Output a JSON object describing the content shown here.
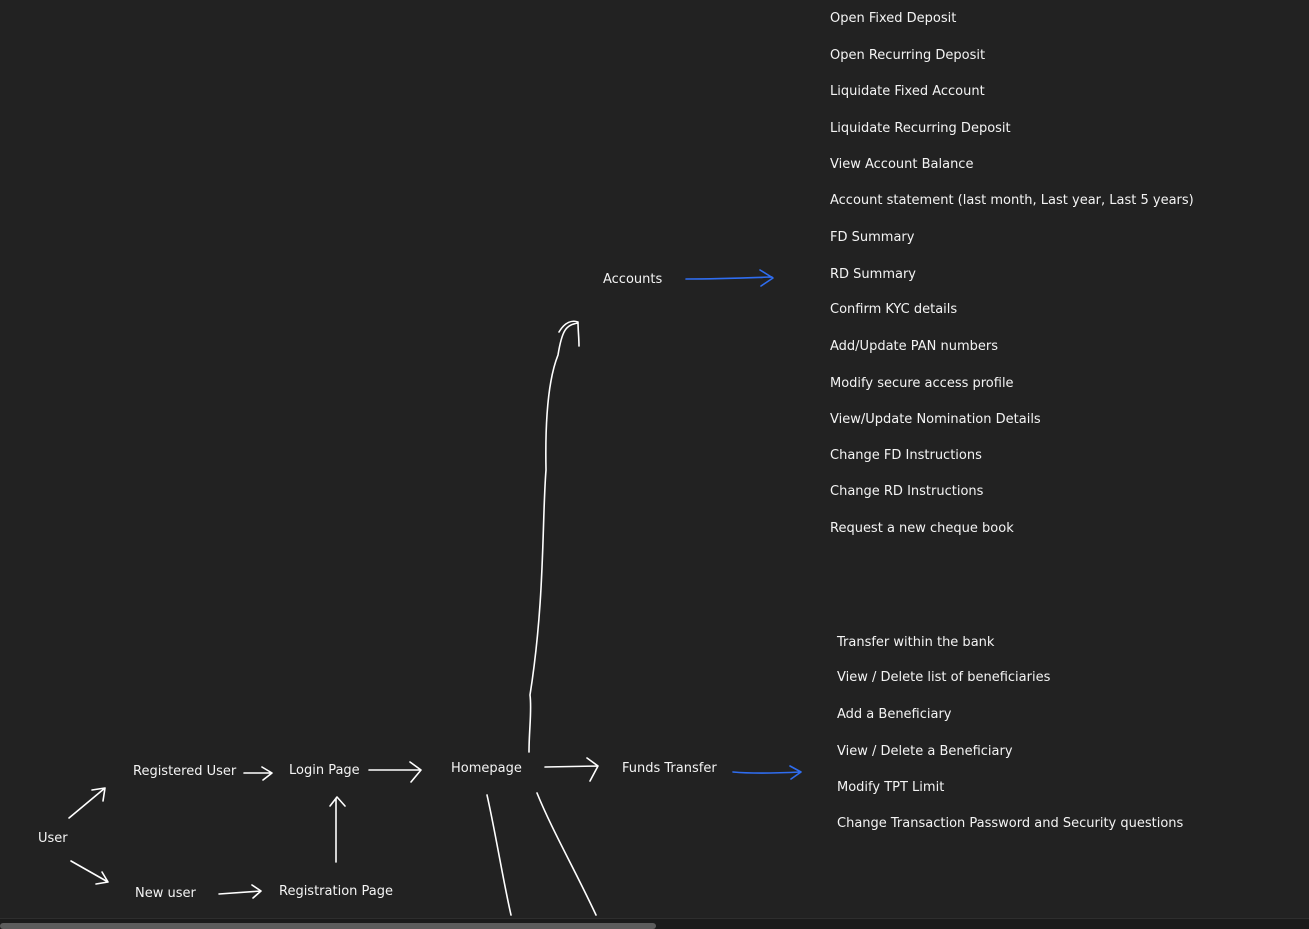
{
  "colors": {
    "background": "#222222",
    "arrow_white": "#ffffff",
    "arrow_blue": "#2f6df0",
    "scrollbar_thumb": "#5c5c5c"
  },
  "nodes": {
    "user": "User",
    "registered_user": "Registered User",
    "new_user": "New user",
    "login_page": "Login Page",
    "registration_page": "Registration Page",
    "homepage": "Homepage",
    "accounts": "Accounts",
    "funds_transfer": "Funds Transfer"
  },
  "accounts_items": [
    "Open Fixed Deposit",
    "Open Recurring Deposit",
    "Liquidate Fixed Account",
    "Liquidate Recurring Deposit",
    "View Account Balance",
    "Account statement (last month, Last year, Last 5 years)",
    "FD Summary",
    "RD Summary",
    "Confirm KYC details",
    "Add/Update PAN numbers",
    "Modify secure access profile",
    "View/Update Nomination Details",
    "Change FD Instructions",
    "Change RD Instructions",
    "Request a new cheque book"
  ],
  "funds_transfer_items": [
    "Transfer within the bank",
    "View / Delete list of beneficiaries",
    "Add a Beneficiary",
    "View / Delete a Beneficiary",
    "Modify TPT Limit",
    "Change Transaction Password and Security questions"
  ]
}
